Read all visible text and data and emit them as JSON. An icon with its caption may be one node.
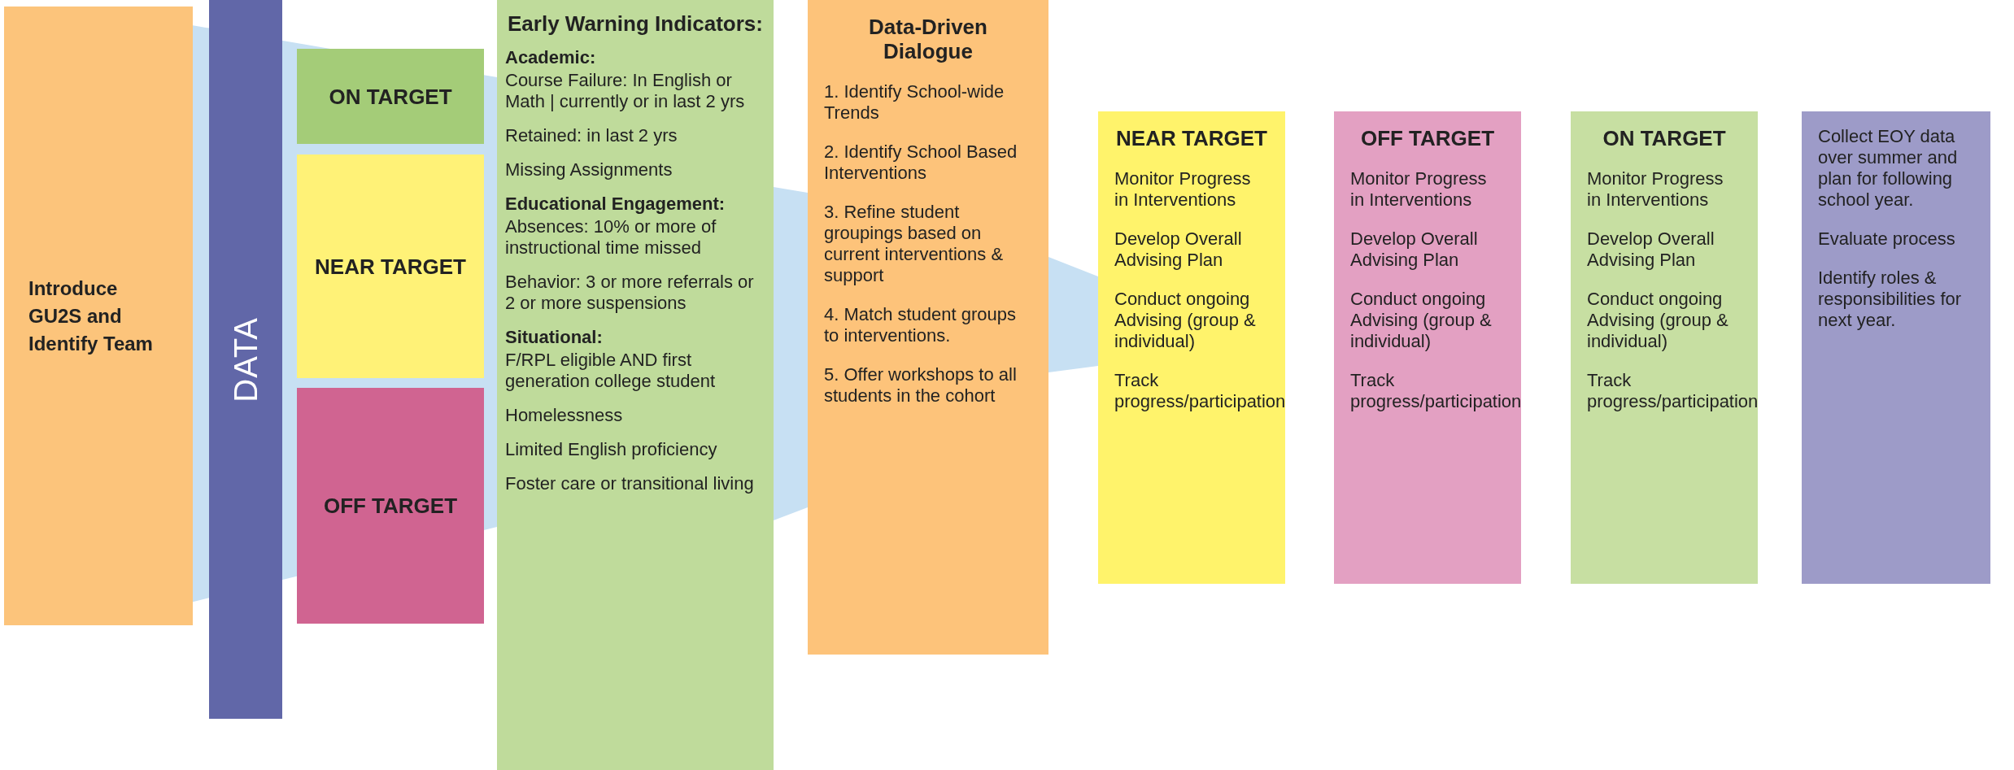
{
  "diagram": {
    "nodes": [
      {
        "text": [
          "Introduce GU2S and Identify Team"
        ]
      },
      {
        "text": [
          "DATA"
        ]
      },
      {
        "text": [
          "ON TARGET"
        ]
      },
      {
        "text": [
          "NEAR TARGET"
        ]
      },
      {
        "text": [
          "OFF TARGET"
        ]
      },
      {
        "text": [
          "Early Warning Indicators:",
          "Academic:",
          "Course Failure: In English or Math | currently or in last 2 yrs",
          "Retained: in last 2 yrs",
          "Missing Assignments",
          "Educational Engagement:",
          "Absences: 10% or more of instructional time missed",
          "Behavior: 3 or more referrals or 2 or more suspensions",
          "Situational:",
          "F/RPL eligible AND first generation college student",
          "Homelessness",
          "Limited English proficiency",
          "Foster care or transitional living"
        ]
      },
      {
        "text": [
          "Data-Driven Dialogue",
          "1. Identify School-wide Trends",
          "2. Identify School Based Interventions",
          "3. Refine student groupings based on current interventions & support",
          "4. Match student groups to interventions.",
          "5. Offer workshops to all students in the cohort"
        ]
      },
      {
        "text": [
          "NEAR TARGET",
          "Monitor Progress in Interventions",
          "Develop Overall Advising Plan",
          "Conduct ongoing Advising (group & individual)",
          "Track progress/participation"
        ]
      },
      {
        "text": [
          "OFF TARGET",
          "Monitor Progress in Interventions",
          "Develop Overall Advising Plan",
          "Conduct ongoing Advising (group & individual)",
          "Track progress/participation"
        ]
      },
      {
        "text": [
          "ON TARGET",
          "Monitor Progress in Interventions",
          "Develop Overall Advising Plan",
          "Conduct ongoing Advising (group & individual)",
          "Track progress/participation"
        ]
      },
      {
        "text": [
          "Collect EOY data over summer and plan for following school year.",
          "Evaluate process",
          "Identify roles & responsibilities for next year."
        ]
      }
    ]
  }
}
